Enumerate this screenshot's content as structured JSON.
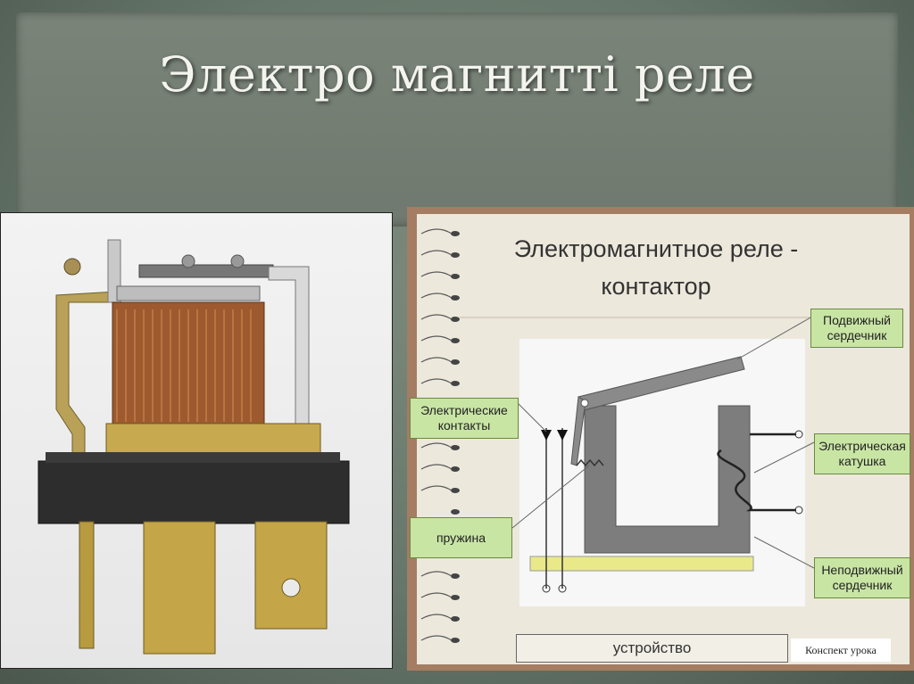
{
  "slide": {
    "title": "Электро магнитті реле"
  },
  "diagram": {
    "heading_line1": "Электромагнитное реле -",
    "heading_line2": "контактор",
    "labels": {
      "movable_core_1": "Подвижный",
      "movable_core_2": "сердечник",
      "contacts_1": "Электрические",
      "contacts_2": "контакты",
      "coil_1": "Электрическая",
      "coil_2": "катушка",
      "spring": "пружина",
      "fixed_core_1": "Неподвижный",
      "fixed_core_2": "сердечник"
    },
    "device_caption": "устройство",
    "corner_tag": "Конспект урока"
  }
}
